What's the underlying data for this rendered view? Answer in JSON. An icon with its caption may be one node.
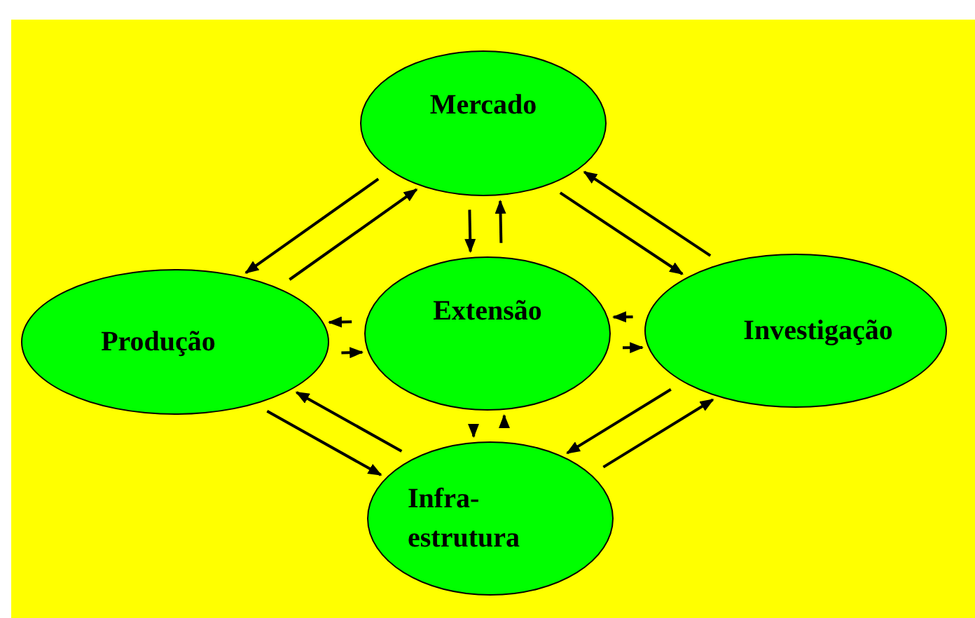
{
  "diagram": {
    "nodes": [
      {
        "text": [
          "Mercado"
        ]
      },
      {
        "text": [
          "Produção"
        ]
      },
      {
        "text": [
          "Extensão"
        ]
      },
      {
        "text": [
          "Investigação"
        ]
      },
      {
        "text": [
          "Infra- estrutura"
        ]
      }
    ],
    "edges": [
      {
        "from": 1,
        "to": 0,
        "arrow": "to"
      },
      {
        "from": 0,
        "to": 1,
        "arrow": "to"
      },
      {
        "from": 0,
        "to": 2,
        "arrow": "to"
      },
      {
        "from": 2,
        "to": 0,
        "arrow": "to"
      },
      {
        "from": 0,
        "to": 3,
        "arrow": "to"
      },
      {
        "from": 3,
        "to": 0,
        "arrow": "to"
      },
      {
        "from": 2,
        "to": 1,
        "arrow": "to"
      },
      {
        "from": 1,
        "to": 2,
        "arrow": "to"
      },
      {
        "from": 3,
        "to": 2,
        "arrow": "to"
      },
      {
        "from": 2,
        "to": 3,
        "arrow": "to"
      },
      {
        "from": 2,
        "to": 4,
        "arrow": "to"
      },
      {
        "from": 4,
        "to": 2,
        "arrow": "to"
      },
      {
        "from": 1,
        "to": 4,
        "arrow": "to"
      },
      {
        "from": 4,
        "to": 1,
        "arrow": "to"
      },
      {
        "from": 4,
        "to": 3,
        "arrow": "to"
      },
      {
        "from": 3,
        "to": 4,
        "arrow": "to"
      }
    ]
  }
}
